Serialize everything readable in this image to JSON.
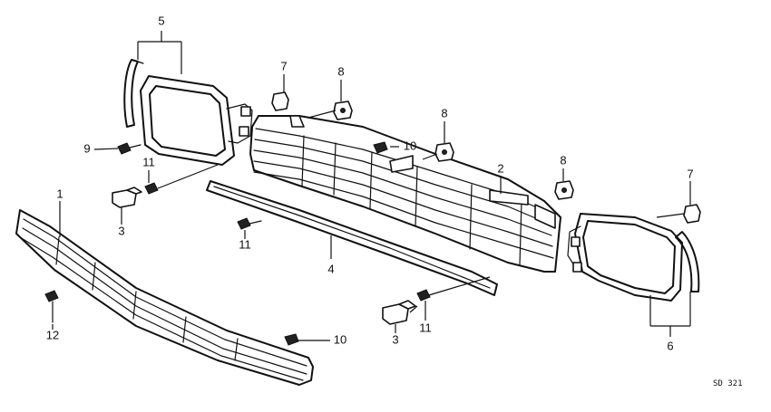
{
  "callouts": {
    "c1": "1",
    "c2": "2",
    "c3a": "3",
    "c3b": "3",
    "c4": "4",
    "c5": "5",
    "c6": "6",
    "c7a": "7",
    "c7b": "7",
    "c8a": "8",
    "c8b": "8",
    "c8c": "8",
    "c9": "9",
    "c10a": "10",
    "c10b": "10",
    "c11a": "11",
    "c11b": "11",
    "c11c": "11",
    "c12": "12"
  },
  "diagram_code": "SD 321"
}
